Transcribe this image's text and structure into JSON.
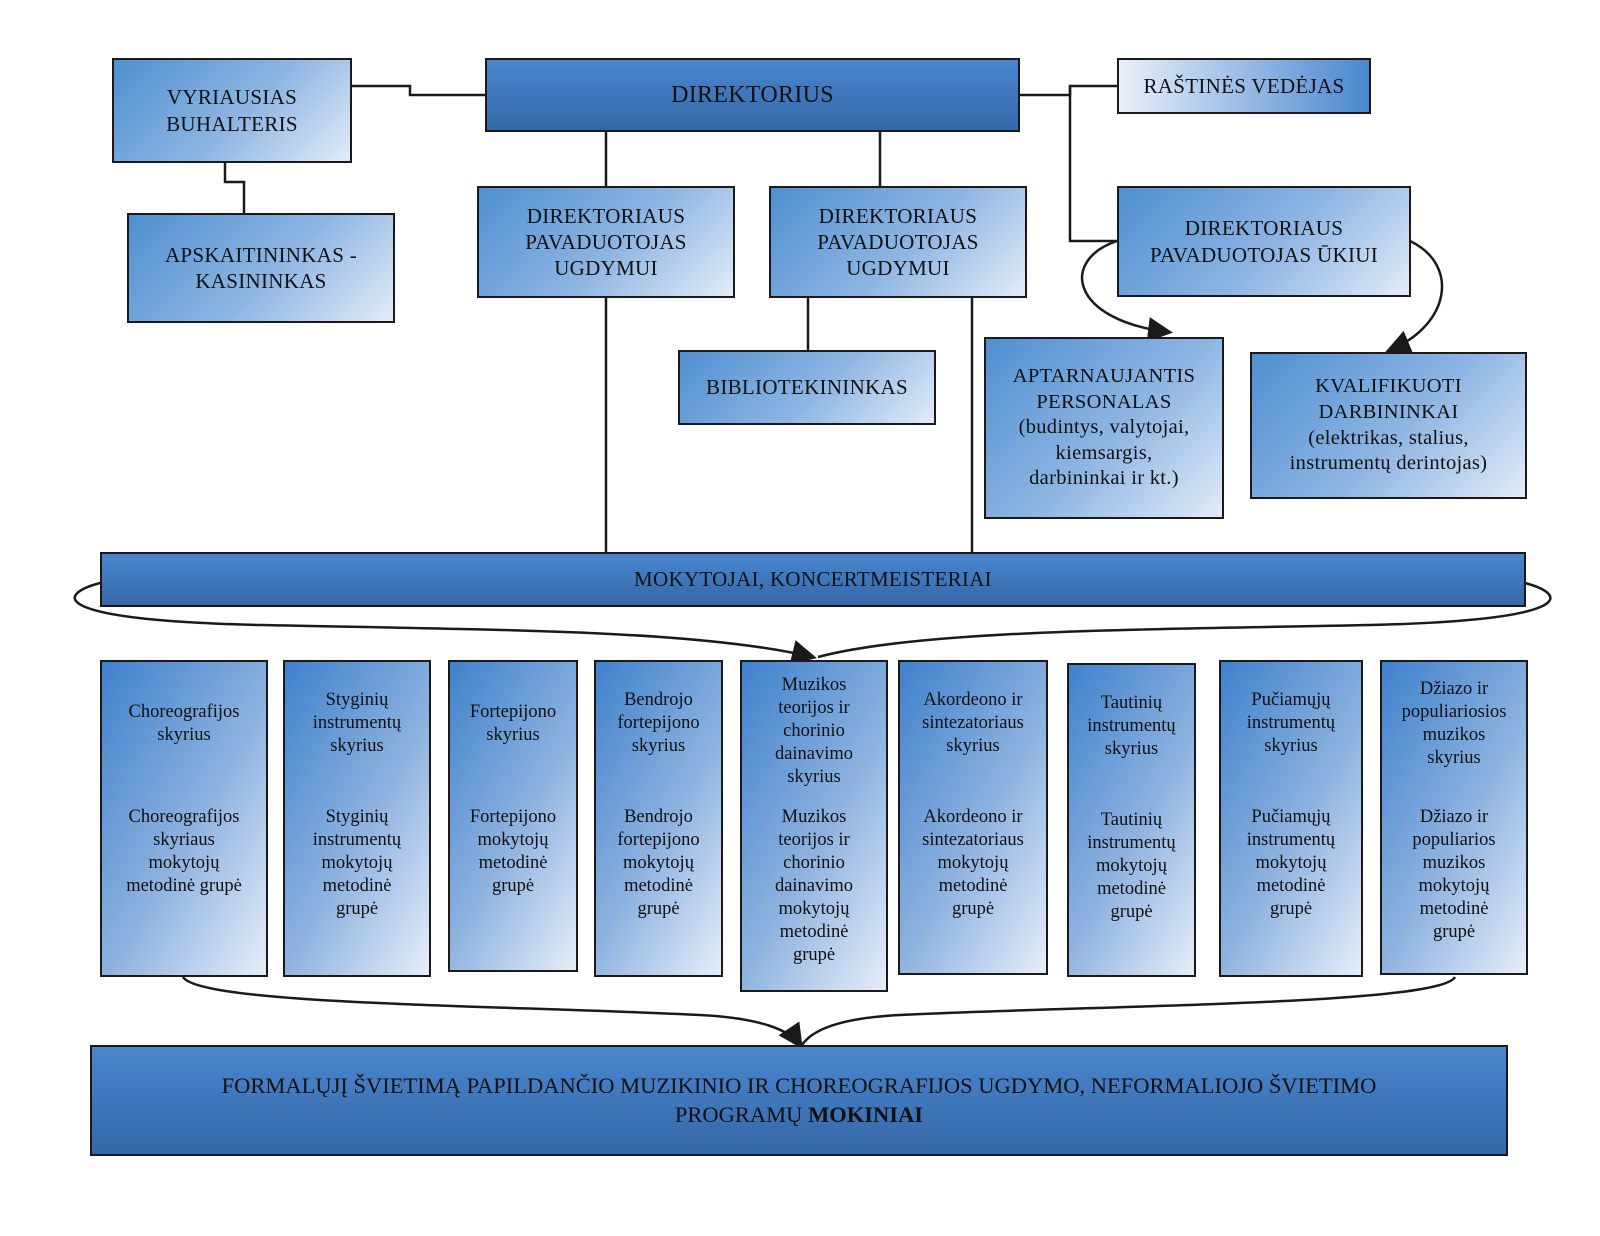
{
  "colors": {
    "dark_blue": "#3568a8",
    "mid_blue": "#4f8fd1",
    "light_blue": "#e2ecf8",
    "line": "#1a1a1a"
  },
  "boxes": {
    "direktorius": "DIREKTORIUS",
    "vyriausias_buhalteris": "VYRIAUSIAS\nBUHALTERIS",
    "apskaitininkas": "APSKAITININKAS -\nKASININKAS",
    "raštinės_vedėjas": "RAŠTINĖS VEDĖJAS",
    "pavaduotojas_ugdymui_1": "DIREKTORIAUS\nPAVADUOTOJAS\nUGDYMUI",
    "pavaduotojas_ugdymui_2": "DIREKTORIAUS\nPAVADUOTOJAS\nUGDYMUI",
    "pavaduotojas_ukiui": "DIREKTORIAUS\nPAVADUOTOJAS ŪKIUI",
    "bibliotekininkas": "BIBLIOTEKININKAS",
    "aptarnaujantis": "APTARNAUJANTIS\nPERSONALAS\n(budintys, valytojai,\nkiemsargis,\ndarbininkai ir kt.)",
    "kvalifikuoti": "KVALIFIKUOTI\nDARBININKAI\n(elektrikas, stalius,\ninstrumentų derintojas)",
    "mokytojai": "MOKYTOJAI, KONCERTMEISTERIAI",
    "mokiniai_line1": "FORMALŲJĮ ŠVIETIMĄ PAPILDANČIO MUZIKINIO IR CHOREOGRAFIJOS UGDYMO, NEFORMALIOJO ŠVIETIMO",
    "mokiniai_line2_prefix": "PROGRAMŲ ",
    "mokiniai_line2_bold": "MOKINIAI"
  },
  "departments": [
    {
      "dept": "Choreografijos\nskyrius",
      "group": "Choreografijos\nskyriaus\nmokytojų\nmetodinė grupė"
    },
    {
      "dept": "Styginių\ninstrumentų\nskyrius",
      "group": "Styginių\ninstrumentų\nmokytojų\nmetodinė\ngrupė"
    },
    {
      "dept": "Fortepijono\nskyrius",
      "group": "Fortepijono\nmokytojų\nmetodinė\ngrupė"
    },
    {
      "dept": "Bendrojo\nfortepijono\nskyrius",
      "group": "Bendrojo\nfortepijono\nmokytojų\nmetodinė\ngrupė"
    },
    {
      "dept": "Muzikos\nteorijos ir\nchorinio\ndainavimo\nskyrius",
      "group": "Muzikos\nteorijos ir\nchorinio\ndainavimo\nmokytojų\nmetodinė\ngrupė"
    },
    {
      "dept": "Akordeono ir\nsintezatoriaus\nskyrius",
      "group": "Akordeono ir\nsintezatoriaus\nmokytojų\nmetodinė\ngrupė"
    },
    {
      "dept": "Tautinių\ninstrumentų\nskyrius",
      "group": "Tautinių\ninstrumentų\nmokytojų\nmetodinė\ngrupė"
    },
    {
      "dept": "Pučiamųjų\ninstrumentų\nskyrius",
      "group": "Pučiamųjų\ninstrumentų\nmokytojų\nmetodinė\ngrupė"
    },
    {
      "dept": "Džiazo ir\npopuliariosios\nmuzikos\nskyrius",
      "group": "Džiazo ir\npopuliarios\nmuzikos\nmokytojų\nmetodinė\ngrupė"
    }
  ]
}
